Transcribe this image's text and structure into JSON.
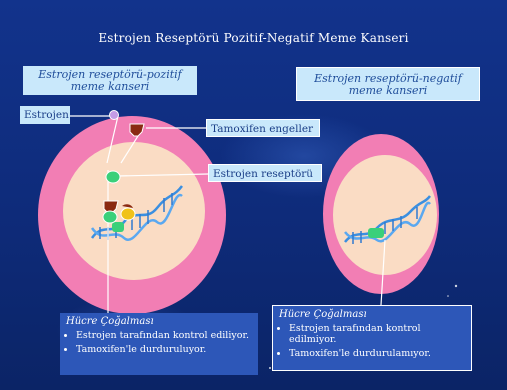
{
  "slide": {
    "title": "Estrojen Reseptörü Pozitif-Negatif Meme Kanseri"
  },
  "left_panel": {
    "label": "Estrojen reseptörü-pozitif meme kanseri",
    "callouts": {
      "estrogen": "Estrojen",
      "tamoxifen": "Tamoxifen engeller",
      "receptor": "Estrojen reseptörü"
    },
    "info": {
      "heading": "Hücre Çoğalması",
      "bullets": [
        "Estrojen tarafından kontrol ediliyor.",
        "Tamoxifen'le durduruluyor."
      ]
    }
  },
  "right_panel": {
    "label": "Estrojen reseptörü-negatif meme kanseri",
    "info": {
      "heading": "Hücre Çoğalması",
      "bullets": [
        "Estrojen tarafından kontrol edilmiyor.",
        "Tamoxifen'le durdurulamıyor."
      ]
    }
  },
  "colors": {
    "background": "#0f2a78",
    "cell_outer": "#f27eb4",
    "nucleus": "#fadcc4",
    "estrogen": "#c49be6",
    "tamoxifen": "#8a2a12",
    "receptor": "#3ad07a",
    "cofactor": "#f0c21a",
    "dna": "#3b8fe0"
  }
}
